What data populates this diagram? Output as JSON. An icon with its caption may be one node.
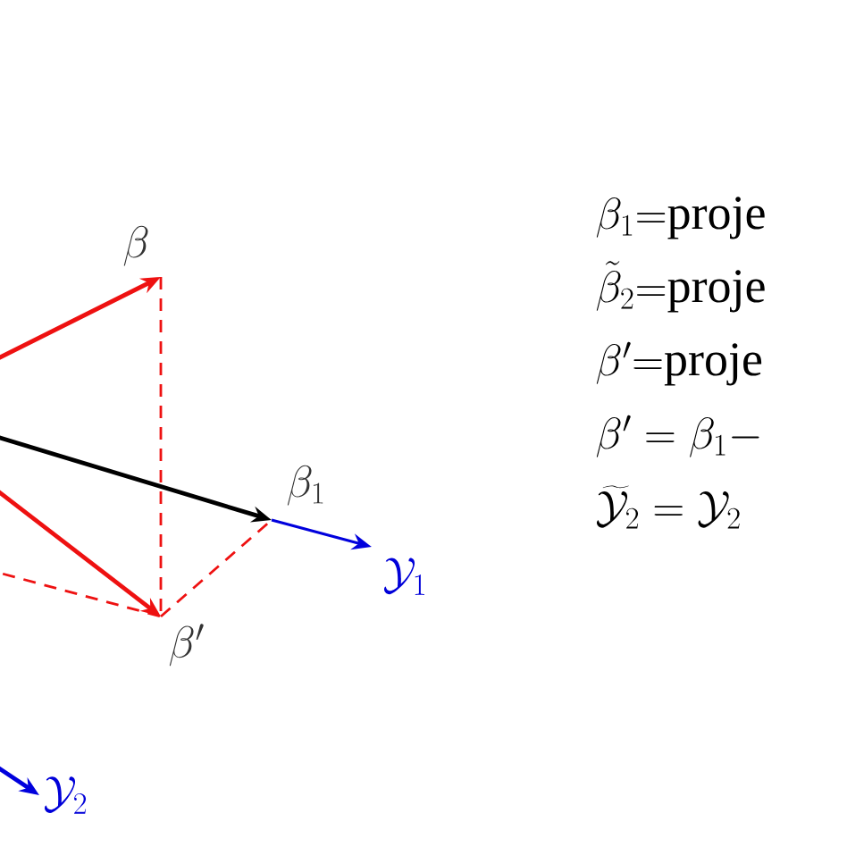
{
  "diagram": {
    "nodes": [
      {
        "text": [
          "\\beta"
        ]
      },
      {
        "text": [
          "\\beta_1"
        ]
      },
      {
        "text": [
          "\\beta'"
        ]
      },
      {
        "text": [
          "\\mathcal{Y}_1"
        ]
      },
      {
        "text": [
          "\\mathcal{Y}_2"
        ]
      }
    ],
    "edges": [
      {
        "from": null,
        "to": 0,
        "arrow": "to"
      },
      {
        "from": null,
        "to": 1,
        "arrow": "to",
        "color": "#000000"
      },
      {
        "from": 1,
        "to": 3,
        "arrow": "to",
        "color": "#0000dd"
      },
      {
        "from": null,
        "to": 2,
        "arrow": "to"
      },
      {
        "from": 0,
        "to": 2,
        "arrow": "none",
        "style": "dashed"
      },
      {
        "from": 2,
        "to": 1,
        "arrow": "none",
        "style": "dashed"
      },
      {
        "from": null,
        "to": 2,
        "arrow": "none",
        "style": "dashed"
      },
      {
        "from": null,
        "to": 4,
        "arrow": "to",
        "color": "#0000dd"
      }
    ],
    "labels": [
      "\\beta_1{=}\\mathrm{proje}",
      "\\tilde{\\beta}_2{=}\\mathrm{proje}",
      "\\beta'{=}\\mathrm{proje}",
      "\\beta' = \\beta_1 -",
      "\\widetilde{\\mathcal{Y}}_2 = \\mathcal{Y}_2"
    ]
  }
}
